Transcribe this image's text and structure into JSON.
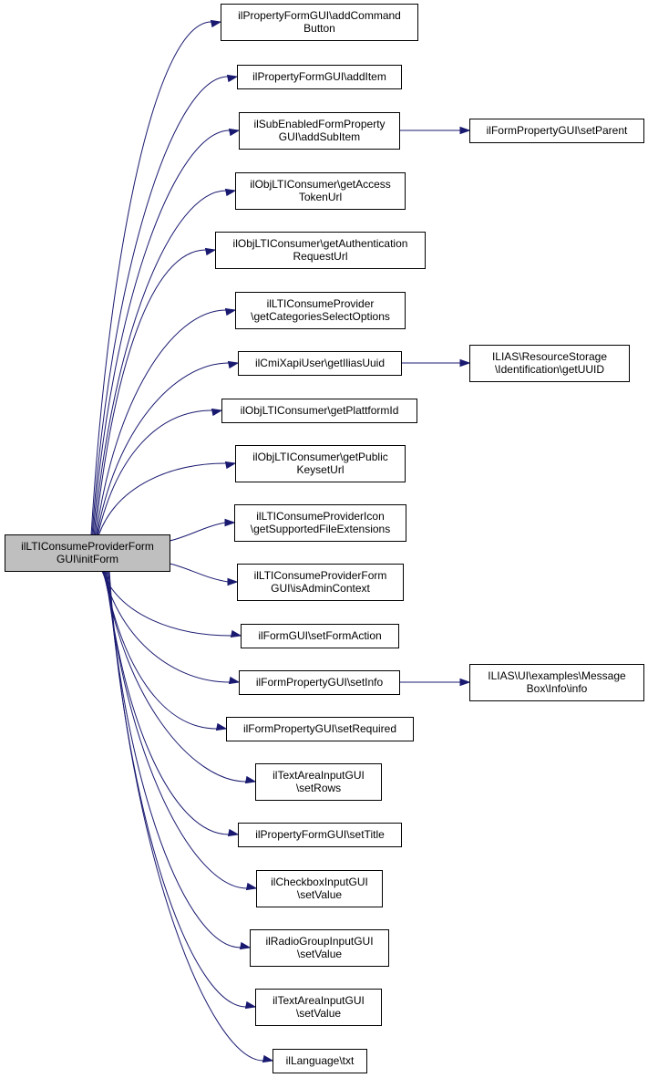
{
  "colors": {
    "edge": "#191970",
    "root_fill": "#bfbfbf",
    "node_fill": "#ffffff",
    "node_border": "#000000"
  },
  "nodes": [
    {
      "id": "root",
      "lines": [
        "ilLTIConsumeProviderForm",
        "GUI\\initForm"
      ]
    },
    {
      "id": "n1",
      "lines": [
        "ilPropertyFormGUI\\addCommand",
        "Button"
      ]
    },
    {
      "id": "n2",
      "lines": [
        "ilPropertyFormGUI\\addItem"
      ]
    },
    {
      "id": "n3",
      "lines": [
        "ilSubEnabledFormProperty",
        "GUI\\addSubItem"
      ]
    },
    {
      "id": "n3a",
      "lines": [
        "ilFormPropertyGUI\\setParent"
      ]
    },
    {
      "id": "n4",
      "lines": [
        "ilObjLTIConsumer\\getAccess",
        "TokenUrl"
      ]
    },
    {
      "id": "n5",
      "lines": [
        "ilObjLTIConsumer\\getAuthentication",
        "RequestUrl"
      ]
    },
    {
      "id": "n6",
      "lines": [
        "ilLTIConsumeProvider",
        "\\getCategoriesSelectOptions"
      ]
    },
    {
      "id": "n7",
      "lines": [
        "ilCmiXapiUser\\getIliasUuid"
      ]
    },
    {
      "id": "n7a",
      "lines": [
        "ILIAS\\ResourceStorage",
        "\\Identification\\getUUID"
      ]
    },
    {
      "id": "n8",
      "lines": [
        "ilObjLTIConsumer\\getPlattformId"
      ]
    },
    {
      "id": "n9",
      "lines": [
        "ilObjLTIConsumer\\getPublic",
        "KeysetUrl"
      ]
    },
    {
      "id": "n10",
      "lines": [
        "ilLTIConsumeProviderIcon",
        "\\getSupportedFileExtensions"
      ]
    },
    {
      "id": "n11",
      "lines": [
        "ilLTIConsumeProviderForm",
        "GUI\\isAdminContext"
      ]
    },
    {
      "id": "n12",
      "lines": [
        "ilFormGUI\\setFormAction"
      ]
    },
    {
      "id": "n13",
      "lines": [
        "ilFormPropertyGUI\\setInfo"
      ]
    },
    {
      "id": "n13a",
      "lines": [
        "ILIAS\\UI\\examples\\Message",
        "Box\\Info\\info"
      ]
    },
    {
      "id": "n14",
      "lines": [
        "ilFormPropertyGUI\\setRequired"
      ]
    },
    {
      "id": "n15",
      "lines": [
        "ilTextAreaInputGUI",
        "\\setRows"
      ]
    },
    {
      "id": "n16",
      "lines": [
        "ilPropertyFormGUI\\setTitle"
      ]
    },
    {
      "id": "n17",
      "lines": [
        "ilCheckboxInputGUI",
        "\\setValue"
      ]
    },
    {
      "id": "n18",
      "lines": [
        "ilRadioGroupInputGUI",
        "\\setValue"
      ]
    },
    {
      "id": "n19",
      "lines": [
        "ilTextAreaInputGUI",
        "\\setValue"
      ]
    },
    {
      "id": "n20",
      "lines": [
        "ilLanguage\\txt"
      ]
    }
  ],
  "edges": [
    [
      "root",
      "n1"
    ],
    [
      "root",
      "n2"
    ],
    [
      "root",
      "n3"
    ],
    [
      "root",
      "n4"
    ],
    [
      "root",
      "n5"
    ],
    [
      "root",
      "n6"
    ],
    [
      "root",
      "n7"
    ],
    [
      "root",
      "n8"
    ],
    [
      "root",
      "n9"
    ],
    [
      "root",
      "n10"
    ],
    [
      "root",
      "n11"
    ],
    [
      "root",
      "n12"
    ],
    [
      "root",
      "n13"
    ],
    [
      "root",
      "n14"
    ],
    [
      "root",
      "n15"
    ],
    [
      "root",
      "n16"
    ],
    [
      "root",
      "n17"
    ],
    [
      "root",
      "n18"
    ],
    [
      "root",
      "n19"
    ],
    [
      "root",
      "n20"
    ],
    [
      "n3",
      "n3a"
    ],
    [
      "n7",
      "n7a"
    ],
    [
      "n13",
      "n13a"
    ]
  ]
}
